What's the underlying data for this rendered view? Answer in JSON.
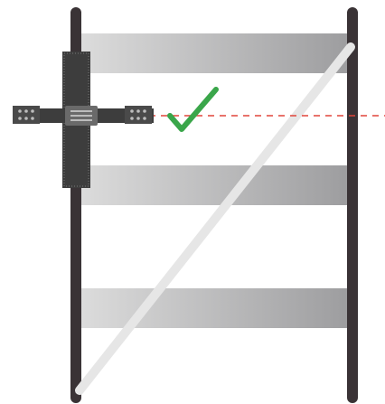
{
  "scene": {
    "subject": "gate-frame-diagram",
    "colors": {
      "background": "#ffffff",
      "post": "#3a3336",
      "rail_light": "#dcdcdc",
      "rail_dark": "#9d9d9f",
      "brace": "#e6e6e6",
      "bracket": "#3d3d3d",
      "bracket_plate": "#4a4a4a",
      "rivet": "#bdbdbd",
      "clamp_band": "#6a6a6a",
      "check_mark": "#3aa64a",
      "level_line": "#e0453a"
    },
    "elements": {
      "left_post": "vertical-post",
      "right_post": "vertical-post",
      "rails": [
        "top-rail",
        "middle-rail",
        "bottom-rail"
      ],
      "brace": "diagonal-brace",
      "bracket": "cross-bracket",
      "indicator": "check-icon",
      "guide": "dashed-level-line"
    }
  }
}
